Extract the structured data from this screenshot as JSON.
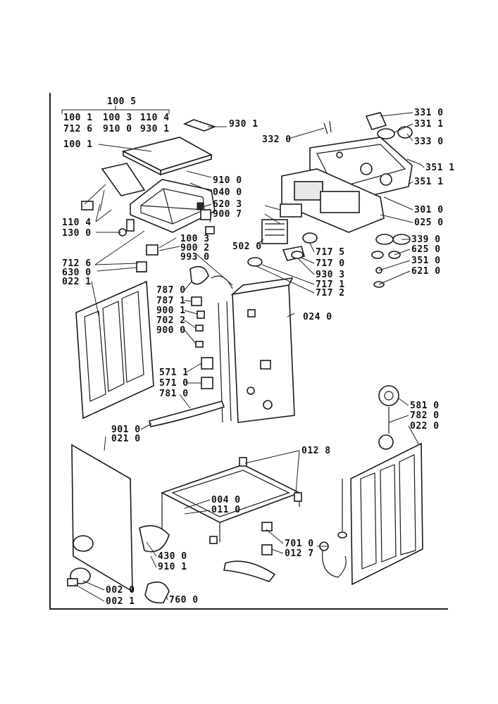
{
  "header": {
    "group_label": "100 5",
    "rows": [
      [
        "100 1",
        "100 3",
        "110 4"
      ],
      [
        "712 6",
        "910 0",
        "930 1"
      ]
    ]
  },
  "labels": {
    "l930_1": "930 1",
    "l100_1": "100 1",
    "l910_0": "910 0",
    "l040_0": "040 0",
    "l620_3": "620 3",
    "l900_7": "900 7",
    "l110_4": "110 4",
    "l130_0": "130 0",
    "l100_3": "100 3",
    "l900_2": "900 2",
    "l993_0": "993 0",
    "l712_6": "712 6",
    "l630_0": "630 0",
    "l022_1": "022 1",
    "l787_0": "787 0",
    "l787_1": "787 1",
    "l900_1": "900 1",
    "l702_2": "702 2",
    "l900_0": "900 0",
    "l024_0": "024 0",
    "l571_1": "571 1",
    "l571_0": "571 0",
    "l781_0": "781 0",
    "l901_0": "901 0",
    "l021_0": "021 0",
    "l012_8": "012 8",
    "l004_0": "004 0",
    "l011_0": "011 0",
    "l430_0": "430 0",
    "l910_1": "910 1",
    "l002_0": "002 0",
    "l002_1": "002 1",
    "l760_0": "760 0",
    "l701_0": "701 0",
    "l012_7": "012 7",
    "l331_0": "331 0",
    "l331_1": "331 1",
    "l332_0": "332 0",
    "l333_0": "333 0",
    "l351_1a": "351 1",
    "l351_1b": "351 1",
    "l301_0": "301 0",
    "l025_0": "025 0",
    "l502_0": "502 0",
    "l717_5": "717 5",
    "l717_0": "717 0",
    "l930_3": "930 3",
    "l717_1": "717 1",
    "l717_2": "717 2",
    "l339_0": "339 0",
    "l625_0": "625 0",
    "l351_0": "351 0",
    "l621_0": "621 0",
    "l581_0": "581 0",
    "l782_0": "782 0",
    "l022_0": "022 0"
  }
}
